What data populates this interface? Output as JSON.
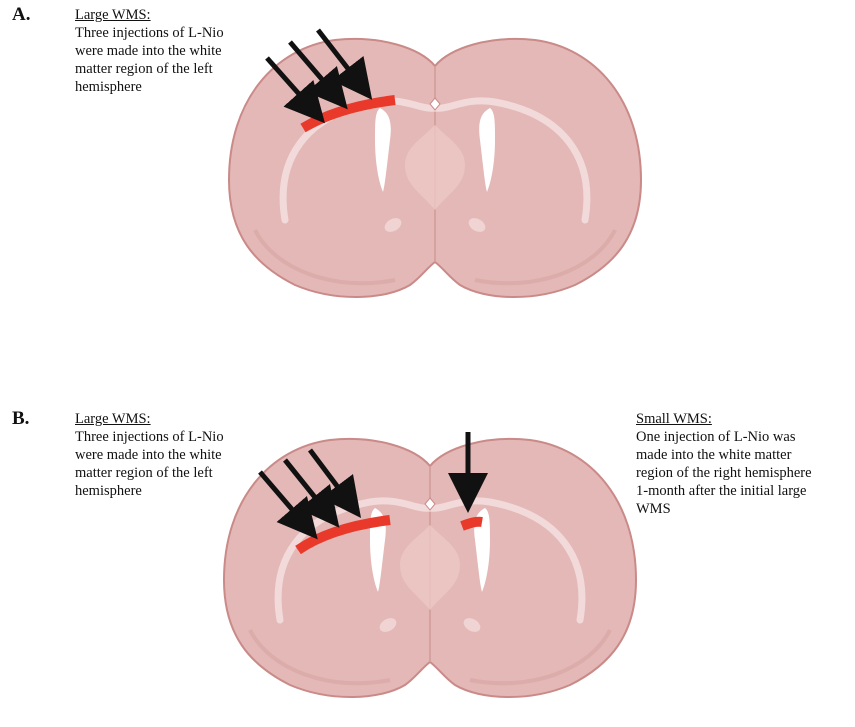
{
  "panels": [
    {
      "letter": "A.",
      "left_note": {
        "heading": "Large WMS:",
        "lines": [
          "Three injections of L-Nio",
          "were made into the white",
          "matter region of the left",
          "hemisphere"
        ]
      }
    },
    {
      "letter": "B.",
      "left_note": {
        "heading": "Large WMS:",
        "lines": [
          "Three injections of L-Nio",
          "were made into the white",
          "matter region of the left",
          "hemisphere"
        ]
      },
      "right_note": {
        "heading": "Small WMS:",
        "lines": [
          "One injection of L-Nio was",
          "made into the white matter",
          "region of the right hemisphere",
          "1-month after the initial large",
          "WMS"
        ]
      }
    }
  ],
  "colors": {
    "brain_fill": "#e3b8b6",
    "brain_outline": "#c98a88",
    "white_matter": "#f2dada",
    "ventricle": "#ffffff",
    "lesion": "#e8392a",
    "arrow": "#111111"
  },
  "icons": {
    "arrow": "injection-arrow-icon",
    "lesion": "lesion-mark"
  }
}
